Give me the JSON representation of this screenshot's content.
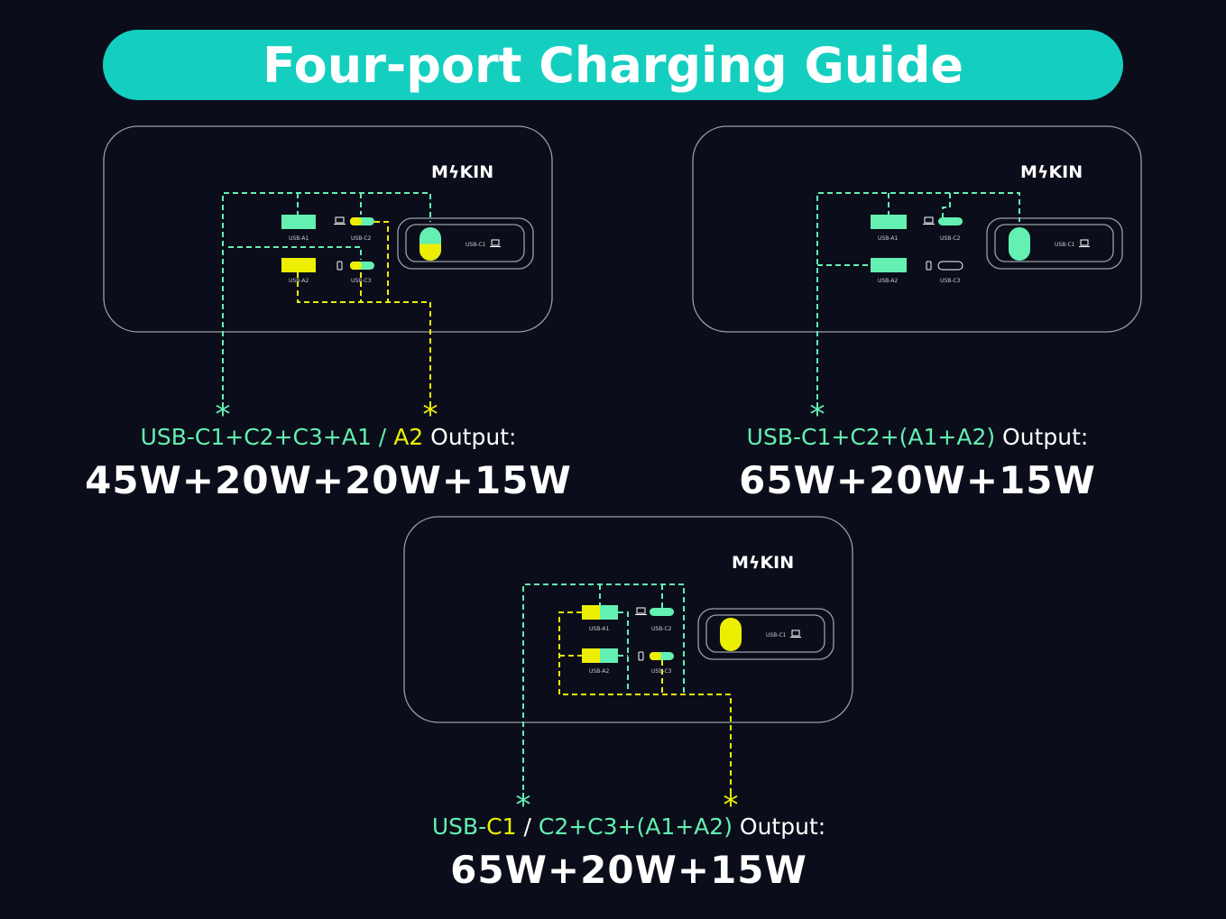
{
  "title": "Four-port Charging Guide",
  "brand": "MϟKIN",
  "port_labels": {
    "a1": "USB-A1",
    "a2": "USB-A2",
    "c1": "USB-C1",
    "c2": "USB-C2",
    "c3": "USB-C3"
  },
  "colors": {
    "background": "#0b0e1a",
    "title_bar": "#14cfc0",
    "green": "#63f0b2",
    "yellow": "#ecf000",
    "panel_outline": "#9aa0a8"
  },
  "modes": [
    {
      "caption": {
        "p1": "USB-C1+C2+C3+A1",
        "sep": " / ",
        "p2": "A2",
        "suffix": " Output:"
      },
      "watts": "45W+20W+20W+15W"
    },
    {
      "caption": {
        "p1": "USB-C1+C2+(A1+A2)",
        "suffix": " Output:"
      },
      "watts": "65W+20W+15W"
    },
    {
      "caption": {
        "p1a": "USB-",
        "p1b": "C1",
        "sep": " / ",
        "p2": "C2+C3+(A1+A2)",
        "suffix": " Output:"
      },
      "watts": "65W+20W+15W"
    }
  ]
}
